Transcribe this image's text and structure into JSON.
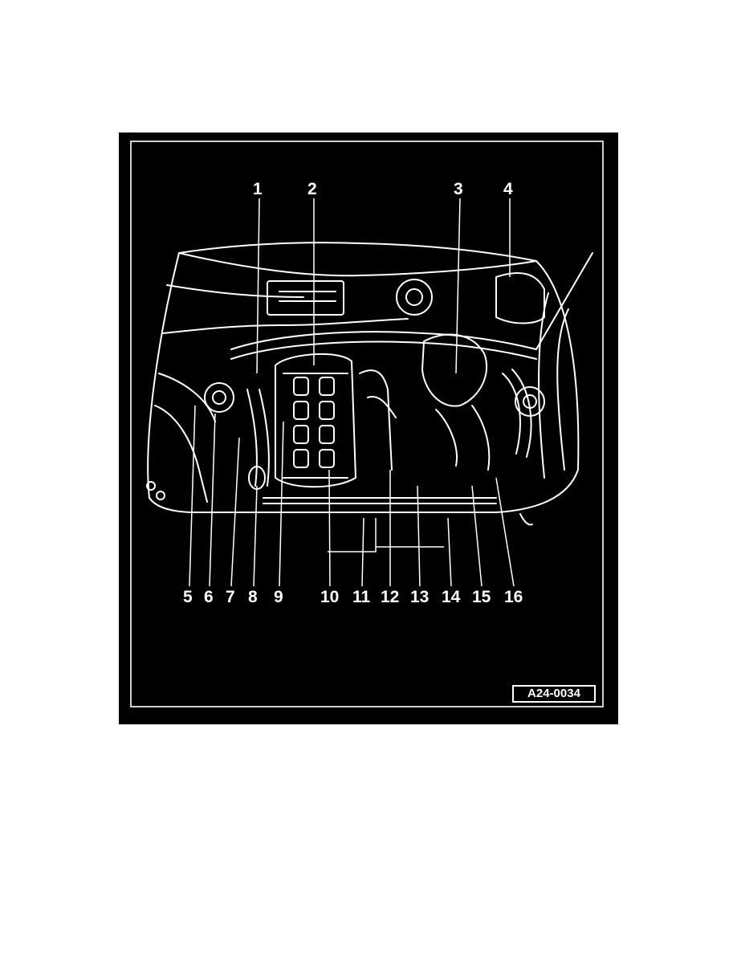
{
  "diagram": {
    "top_labels": [
      "1",
      "2",
      "3",
      "4"
    ],
    "bottom_labels": [
      "5",
      "6",
      "7",
      "8",
      "9",
      "10",
      "11",
      "12",
      "13",
      "14",
      "15",
      "16"
    ],
    "figure_code": "A24-0034",
    "colors": {
      "background": "#000000",
      "lines": "#ffffff",
      "page": "#ffffff"
    }
  }
}
